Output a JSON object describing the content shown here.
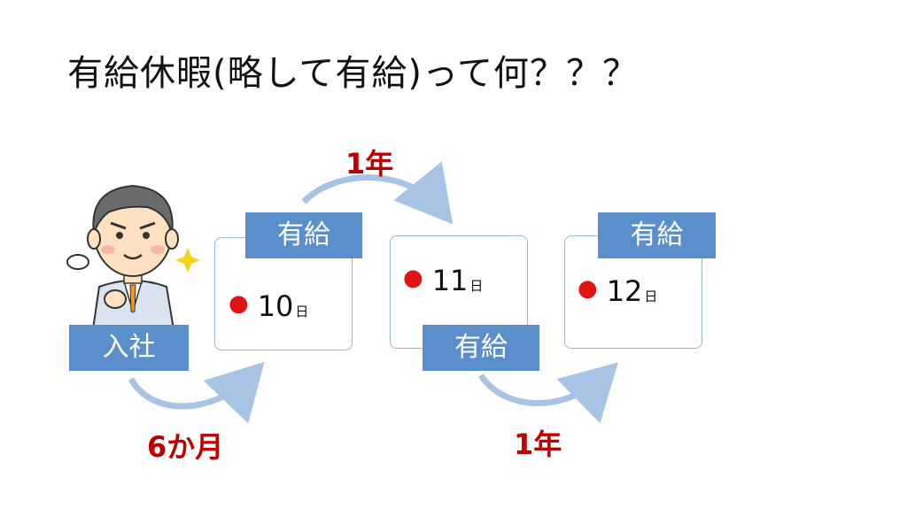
{
  "title": "有給休暇(略して有給)って何？？？",
  "start_label": "入社",
  "steps": [
    {
      "period": "6か月",
      "tag": "有給",
      "days": "10",
      "unit": "日"
    },
    {
      "period": "1年",
      "tag": "有給",
      "days": "11",
      "unit": "日"
    },
    {
      "period": "1年",
      "tag": "有給",
      "days": "12",
      "unit": "日"
    }
  ],
  "colors": {
    "tag": "#5b8fcb",
    "card_border": "#9ab6d6",
    "arrow": "#a9c3e4",
    "period": "#c00000",
    "bullet": "#e01414"
  }
}
